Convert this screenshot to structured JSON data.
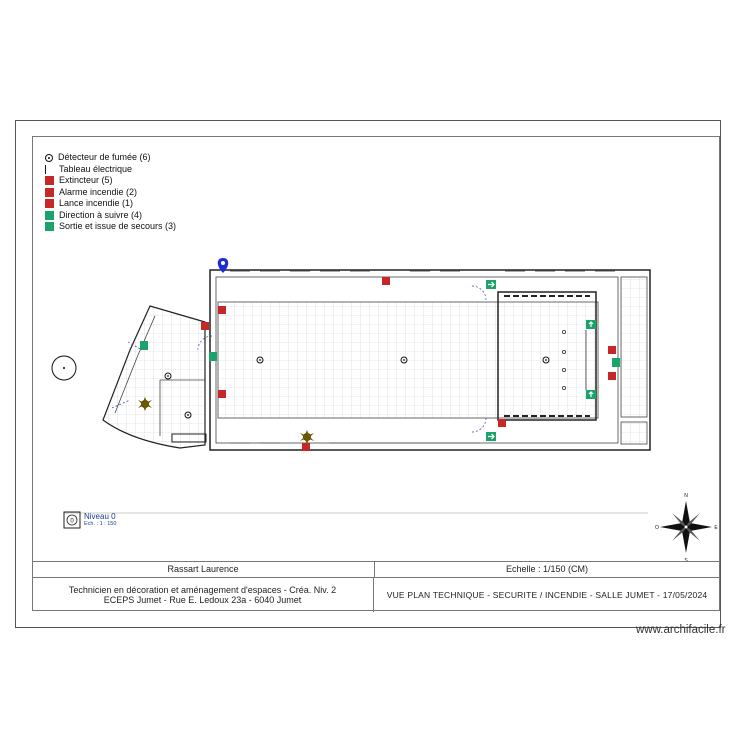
{
  "legend": {
    "items": [
      {
        "label": "Détecteur de fumée (6)",
        "icon": "smoke-detector-icon",
        "color": "#111111"
      },
      {
        "label": "Tableau électrique",
        "icon": "electrical-panel-icon",
        "color": "#111111"
      },
      {
        "label": "Extincteur (5)",
        "icon": "fire-extinguisher-icon",
        "color": "#c62828"
      },
      {
        "label": "Alarme incendie (2)",
        "icon": "fire-alarm-icon",
        "color": "#c62828"
      },
      {
        "label": "Lance incendie (1)",
        "icon": "fire-hose-icon",
        "color": "#c62828"
      },
      {
        "label": "Direction à suivre (4)",
        "icon": "direction-arrow-icon",
        "color": "#1aa36a"
      },
      {
        "label": "Sortie et issue de secours (3)",
        "icon": "emergency-exit-icon",
        "color": "#1aa36a"
      }
    ]
  },
  "level": {
    "label": "Niveau 0",
    "scale_text": "Ech. : 1 : 150",
    "badge": "0"
  },
  "title_block": {
    "author": "Rassart Laurence",
    "scale": "Echelle : 1/150 (CM)",
    "school_line1": "Technicien en décoration et aménagement d'espaces - Créa. Niv. 2",
    "school_line2": "ECEPS Jumet - Rue E. Ledoux 23a - 6040 Jumet",
    "drawing_title": "VUE PLAN TECHNIQUE - SECURITE / INCENDIE - SALLE JUMET - 17/05/2024"
  },
  "compass": {
    "n": "N",
    "s": "S",
    "e": "E",
    "o": "O"
  },
  "watermark": "www.archifacile.fr",
  "colors": {
    "fire": "#c62828",
    "exit": "#1aa36a",
    "grid": "#c9ccd6",
    "wall": "#222222",
    "marker": "#1e2bd6"
  }
}
